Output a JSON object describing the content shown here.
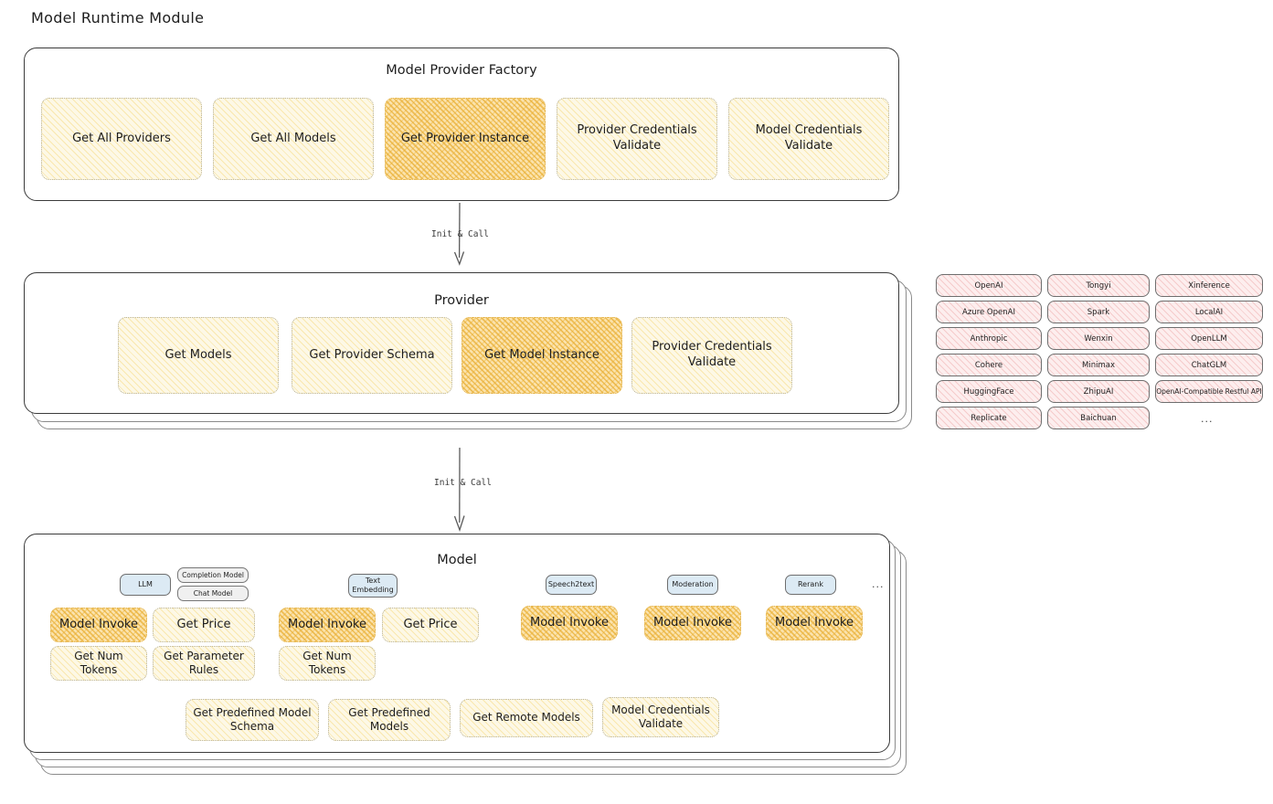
{
  "page": {
    "title": "Model Runtime Module"
  },
  "factory": {
    "title": "Model Provider Factory",
    "nodes": [
      {
        "label": "Get All Providers",
        "highlight": false
      },
      {
        "label": "Get All Models",
        "highlight": false
      },
      {
        "label": "Get Provider Instance",
        "highlight": true
      },
      {
        "label": "Provider Credentials Validate",
        "highlight": false
      },
      {
        "label": "Model Credentials Validate",
        "highlight": false
      }
    ]
  },
  "arrows": [
    {
      "label": "Init & Call"
    },
    {
      "label": "Init & Call"
    }
  ],
  "provider": {
    "title": "Provider",
    "nodes": [
      {
        "label": "Get Models",
        "highlight": false
      },
      {
        "label": "Get Provider Schema",
        "highlight": false
      },
      {
        "label": "Get Model Instance",
        "highlight": true
      },
      {
        "label": "Provider Credentials Validate",
        "highlight": false
      }
    ]
  },
  "provider_tags": {
    "columns": [
      [
        "OpenAI",
        "Azure OpenAI",
        "Anthropic",
        "Cohere",
        "HuggingFace",
        "Replicate"
      ],
      [
        "Tongyi",
        "Spark",
        "Wenxin",
        "Minimax",
        "ZhipuAI",
        "Baichuan"
      ],
      [
        "Xinference",
        "LocalAI",
        "OpenLLM",
        "ChatGLM",
        "OpenAI-Compatible Restful API"
      ]
    ],
    "ellipsis": "..."
  },
  "model": {
    "title": "Model",
    "ellipsis": "...",
    "types": [
      {
        "badge": "LLM",
        "sub_badges": [
          "Completion Model",
          "Chat Model"
        ],
        "ops": [
          {
            "label": "Model Invoke",
            "highlight": true
          },
          {
            "label": "Get Price",
            "highlight": false
          },
          {
            "label": "Get Num Tokens",
            "highlight": false
          },
          {
            "label": "Get Parameter Rules",
            "highlight": false
          }
        ]
      },
      {
        "badge": "Text Embedding",
        "sub_badges": [],
        "ops": [
          {
            "label": "Model Invoke",
            "highlight": true
          },
          {
            "label": "Get Price",
            "highlight": false
          },
          {
            "label": "Get Num Tokens",
            "highlight": false
          }
        ]
      },
      {
        "badge": "Speech2text",
        "sub_badges": [],
        "ops": [
          {
            "label": "Model Invoke",
            "highlight": true
          }
        ]
      },
      {
        "badge": "Moderation",
        "sub_badges": [],
        "ops": [
          {
            "label": "Model Invoke",
            "highlight": true
          }
        ]
      },
      {
        "badge": "Rerank",
        "sub_badges": [],
        "ops": [
          {
            "label": "Model Invoke",
            "highlight": true
          }
        ]
      }
    ],
    "common_ops": [
      {
        "label": "Get Predefined Model Schema"
      },
      {
        "label": "Get Predefined Models"
      },
      {
        "label": "Get Remote Models"
      },
      {
        "label": "Model Credentials Validate"
      }
    ]
  },
  "colors": {
    "node_fill": "#fdf8e6",
    "node_highlight_fill": "#fbe3ad",
    "tag_fill": "#fdeeee",
    "badge_fill": "#dceaf4",
    "stroke": "#3b3b3b"
  }
}
